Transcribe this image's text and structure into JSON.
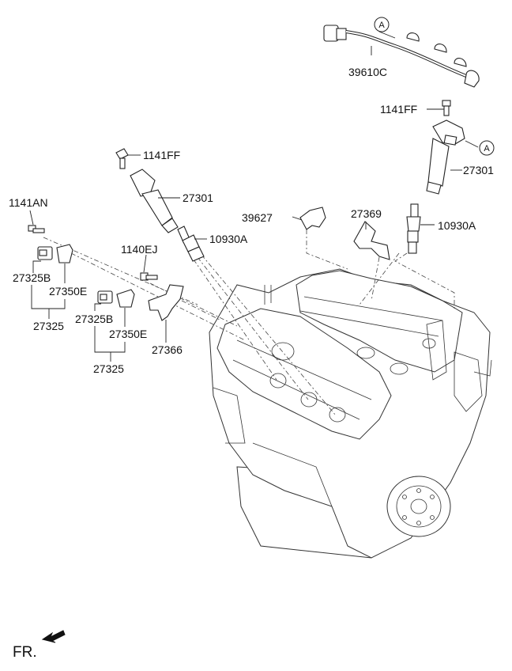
{
  "labels": {
    "harness": "39610C",
    "callout_a": "A",
    "bolt_ff_right": "1141FF",
    "coil_right": "27301",
    "plug_right": "10930A",
    "bracket_369": "27369",
    "clip_627": "39627",
    "bolt_ff_left": "1141FF",
    "coil_left": "27301",
    "plug_left": "10930A",
    "bolt_an": "1141AN",
    "bolt_ej": "1140EJ",
    "sensor_b_left": "27325B",
    "bracket_e_left": "27350E",
    "assy_left": "27325",
    "sensor_b_mid": "27325B",
    "bracket_e_mid": "27350E",
    "assy_mid": "27325",
    "bracket_366": "27366",
    "front": "FR."
  }
}
